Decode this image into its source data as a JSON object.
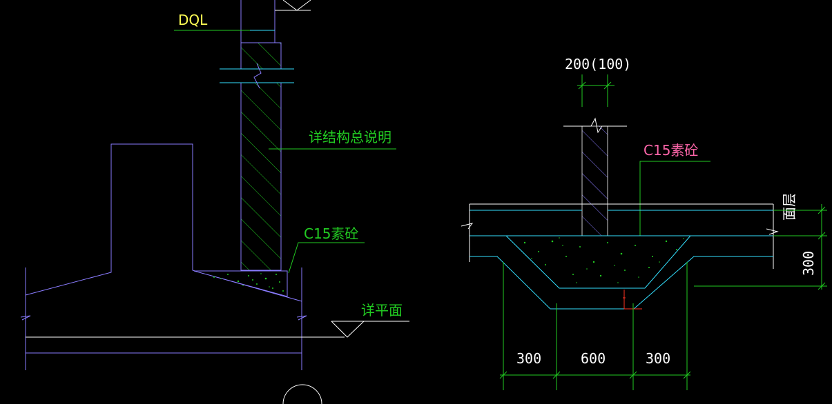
{
  "labels": {
    "dql": "DQL",
    "see_general_notes": "详结构总说明",
    "c15_left": "C15素砼",
    "see_plan": "详平面",
    "width_dim": "200(100)",
    "c15_right": "C15素砼",
    "ground_face": "面层",
    "depth_300": "300",
    "dim_left_300": "300",
    "dim_mid_600": "600",
    "dim_right_300": "300"
  },
  "colors": {
    "background": "#000000",
    "outline": "#8a7cff",
    "cyan": "#33e0ff",
    "green": "#22cc22",
    "yellow": "#ffff55",
    "magenta": "#ff66aa",
    "white": "#ffffff",
    "red": "#ff3322"
  }
}
